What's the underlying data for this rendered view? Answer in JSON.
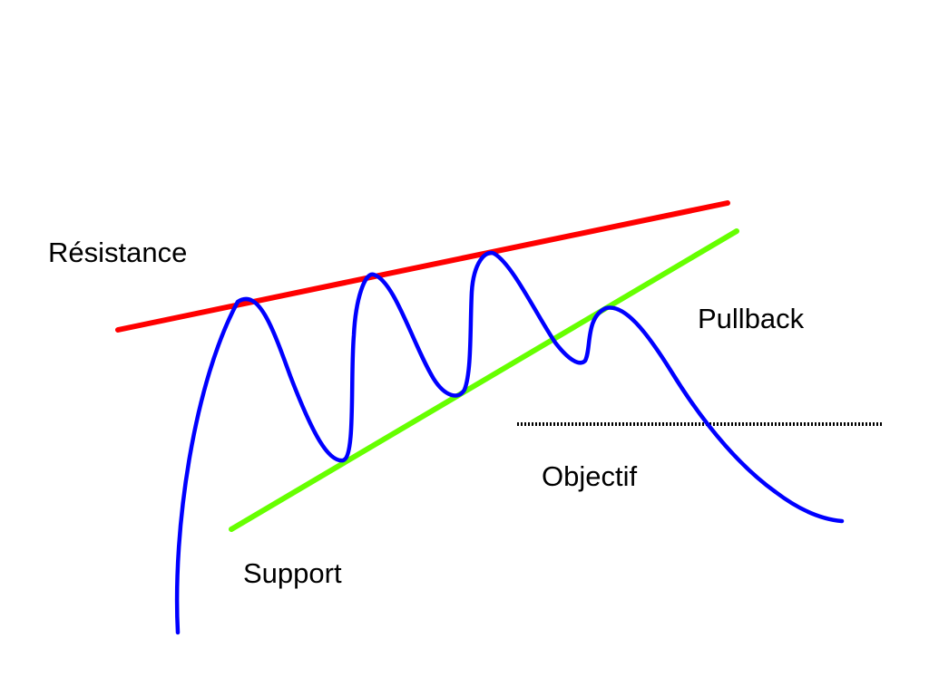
{
  "labels": {
    "resistance": "Résistance",
    "support": "Support",
    "pullback": "Pullback",
    "objectif": "Objectif"
  },
  "colors": {
    "resistance_line": "#ff0000",
    "support_line": "#66ff00",
    "price_curve": "#0000ff",
    "target_line": "#000000",
    "background": "#ffffff"
  }
}
